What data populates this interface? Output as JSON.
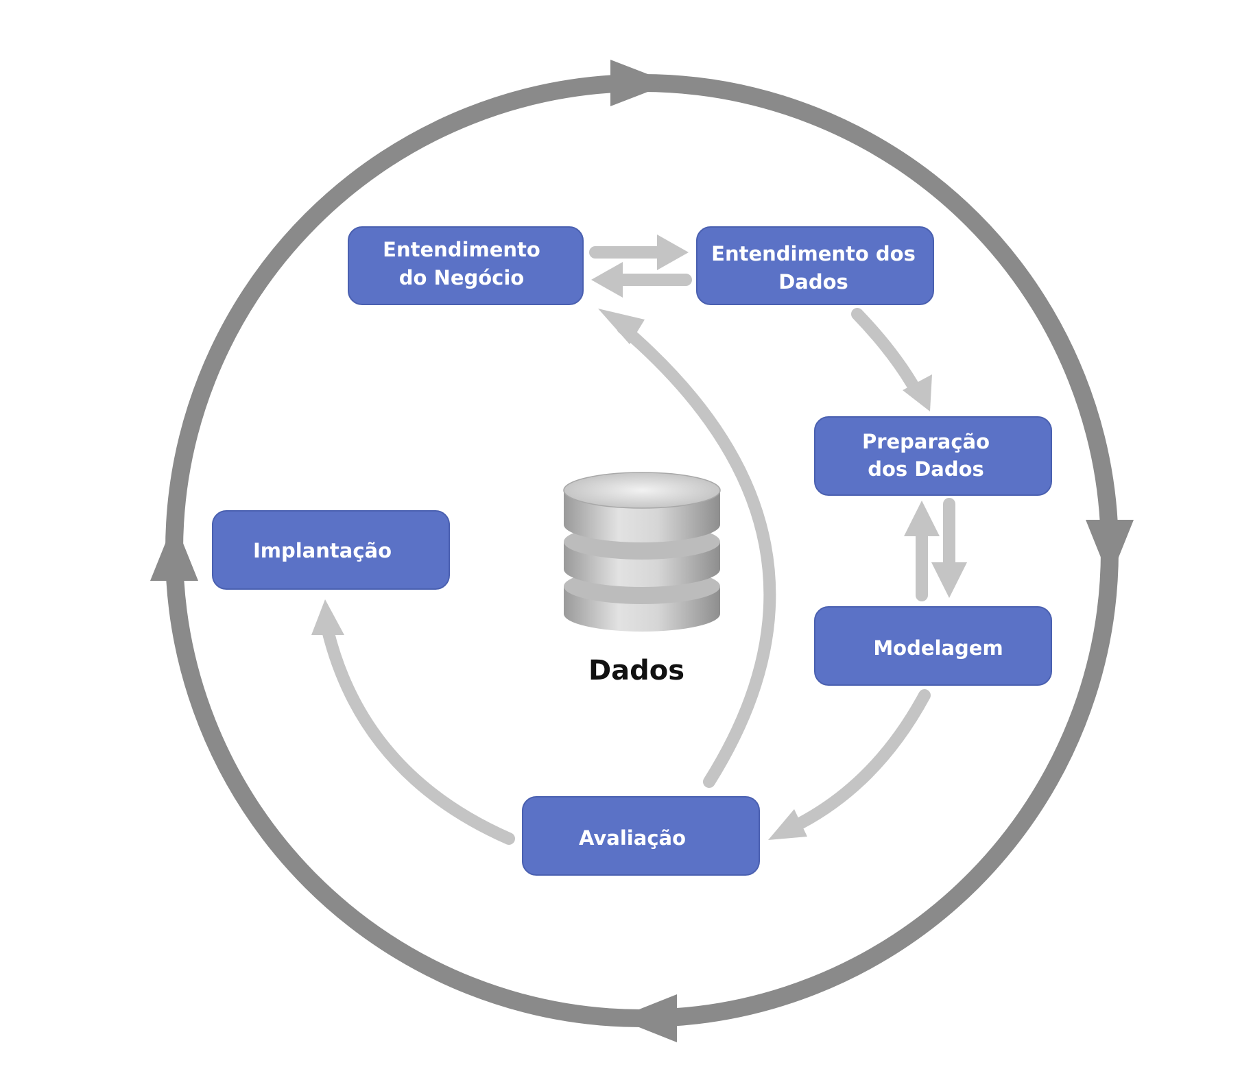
{
  "diagram": {
    "phases": {
      "business_understanding": {
        "line1": "Entendimento",
        "line2": "do Negócio"
      },
      "data_understanding": {
        "line1": "Entendimento dos",
        "line2": "Dados"
      },
      "data_preparation": {
        "line1": "Preparação",
        "line2": "dos Dados"
      },
      "modeling": {
        "label": "Modelagem"
      },
      "evaluation": {
        "label": "Avaliação"
      },
      "deployment": {
        "label": "Implantação"
      }
    },
    "center": {
      "label": "Dados"
    },
    "colors": {
      "box_fill": "#5b72c6",
      "box_text": "#ffffff",
      "outer_cycle": "#8a8a8a",
      "inner_arrows": "#c4c4c4",
      "database": "#c8c8c8"
    }
  }
}
